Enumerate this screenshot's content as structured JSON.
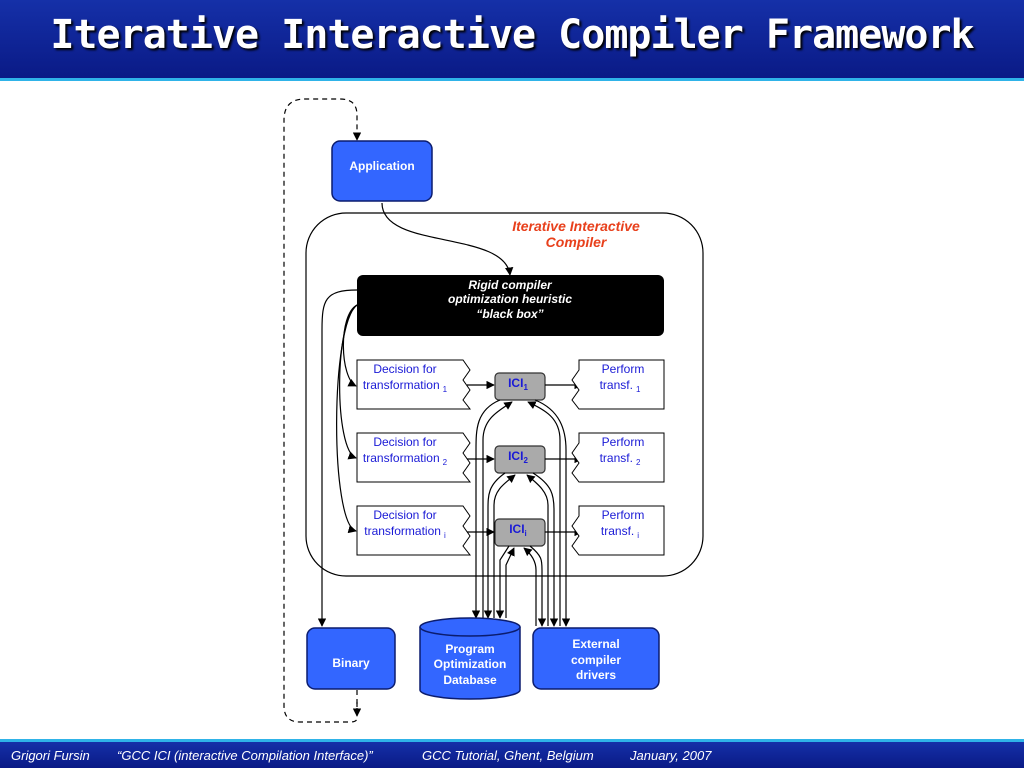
{
  "header": {
    "title": "Iterative Interactive Compiler Framework"
  },
  "diagram": {
    "application_label": "Application",
    "compiler_label": [
      "Iterative Interactive",
      "Compiler"
    ],
    "black_box_label": [
      "Rigid compiler",
      "optimization heuristic",
      "“black box”"
    ],
    "decisions": [
      {
        "line1": "Decision for",
        "line2": "transformation",
        "sub": "1"
      },
      {
        "line1": "Decision for",
        "line2": "transformation",
        "sub": "2"
      },
      {
        "line1": "Decision for",
        "line2": "transformation",
        "sub": "i"
      }
    ],
    "icis": [
      {
        "label": "ICI",
        "sub": "1"
      },
      {
        "label": "ICI",
        "sub": "2"
      },
      {
        "label": "ICI",
        "sub": "i"
      }
    ],
    "performs": [
      {
        "line1": "Perform",
        "line2": "transf.",
        "sub": "1"
      },
      {
        "line1": "Perform",
        "line2": "transf.",
        "sub": "2"
      },
      {
        "line1": "Perform",
        "line2": "transf.",
        "sub": "i"
      }
    ],
    "binary_label": "Binary",
    "database_label": [
      "Program",
      "Optimization",
      "Database"
    ],
    "drivers_label": [
      "External",
      "compiler",
      "drivers"
    ]
  },
  "footer": {
    "author": "Grigori Fursin",
    "talk": "“GCC ICI (interactive Compilation Interface)”",
    "event": "GCC Tutorial, Ghent, Belgium",
    "date": "January, 2007"
  },
  "colors": {
    "header_bg": "#0a1a86",
    "accent_rule": "#2fb3e8",
    "box_blue": "#3366ff",
    "title_red": "#e8401c",
    "text_blue": "#1a1ad6"
  }
}
